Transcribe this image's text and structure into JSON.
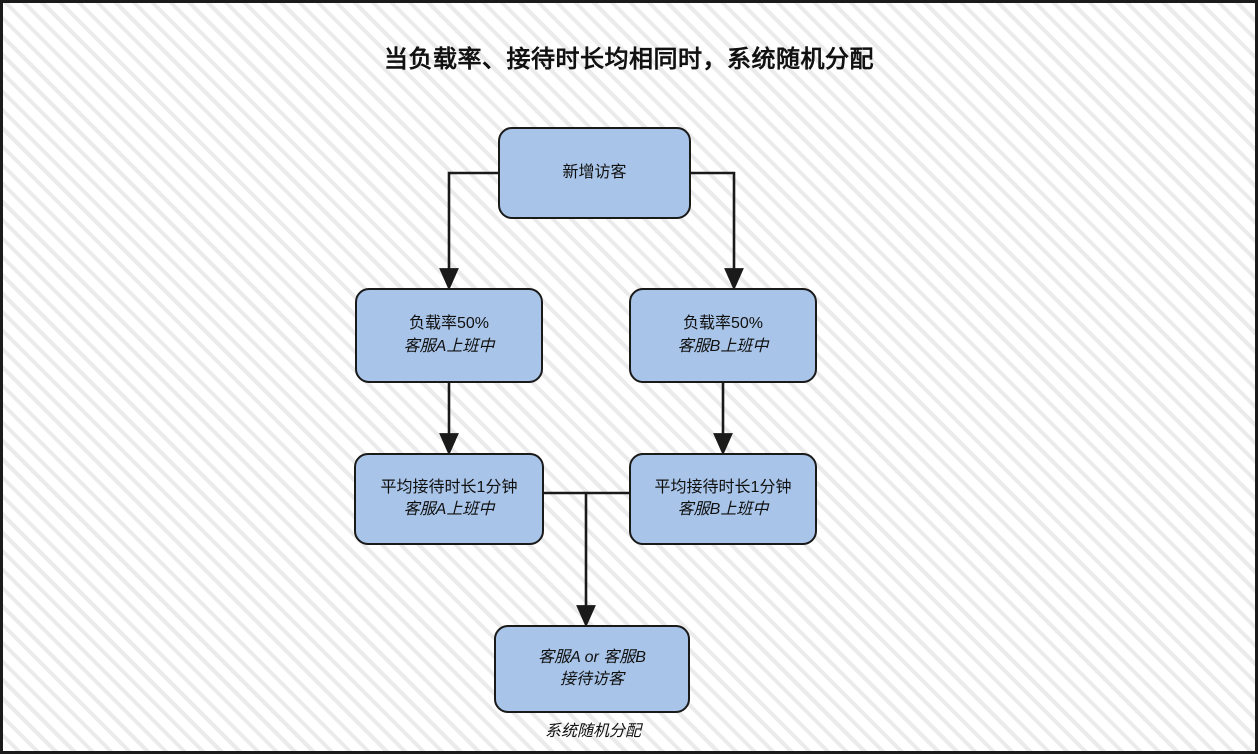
{
  "diagram": {
    "title": "当负载率、接待时长均相同时，系统随机分配",
    "caption": "系统随机分配",
    "colors": {
      "node_fill": "#a8c4e8",
      "node_stroke": "#1a1a1a",
      "edge": "#1a1a1a",
      "background": "#ffffff",
      "hatch": "#ebebeb",
      "frame": "#1b1b1b"
    },
    "nodes": [
      {
        "id": "new-visitor",
        "lines": [
          "新增访客"
        ],
        "styles": [
          "normal"
        ]
      },
      {
        "id": "load-a",
        "lines": [
          "负载率50%",
          "客服A上班中"
        ],
        "styles": [
          "normal",
          "italic"
        ]
      },
      {
        "id": "load-b",
        "lines": [
          "负载率50%",
          "客服B上班中"
        ],
        "styles": [
          "normal",
          "italic"
        ]
      },
      {
        "id": "duration-a",
        "lines": [
          "平均接待时长1分钟",
          "客服A上班中"
        ],
        "styles": [
          "normal",
          "italic"
        ]
      },
      {
        "id": "duration-b",
        "lines": [
          "平均接待时长1分钟",
          "客服B上班中"
        ],
        "styles": [
          "normal",
          "italic"
        ]
      },
      {
        "id": "assigned",
        "lines": [
          "客服A or 客服B",
          "接待访客"
        ],
        "styles": [
          "italic",
          "italic"
        ]
      }
    ],
    "edges": [
      {
        "id": "top-to-load-a",
        "from": "new-visitor",
        "to": "load-a",
        "arrow": true
      },
      {
        "id": "top-to-load-b",
        "from": "new-visitor",
        "to": "load-b",
        "arrow": true
      },
      {
        "id": "load-a-to-duration-a",
        "from": "load-a",
        "to": "duration-a",
        "arrow": true
      },
      {
        "id": "load-b-to-duration-b",
        "from": "load-b",
        "to": "duration-b",
        "arrow": true
      },
      {
        "id": "durations-to-assigned",
        "from": "duration-a,duration-b",
        "to": "assigned",
        "arrow": true
      }
    ]
  }
}
